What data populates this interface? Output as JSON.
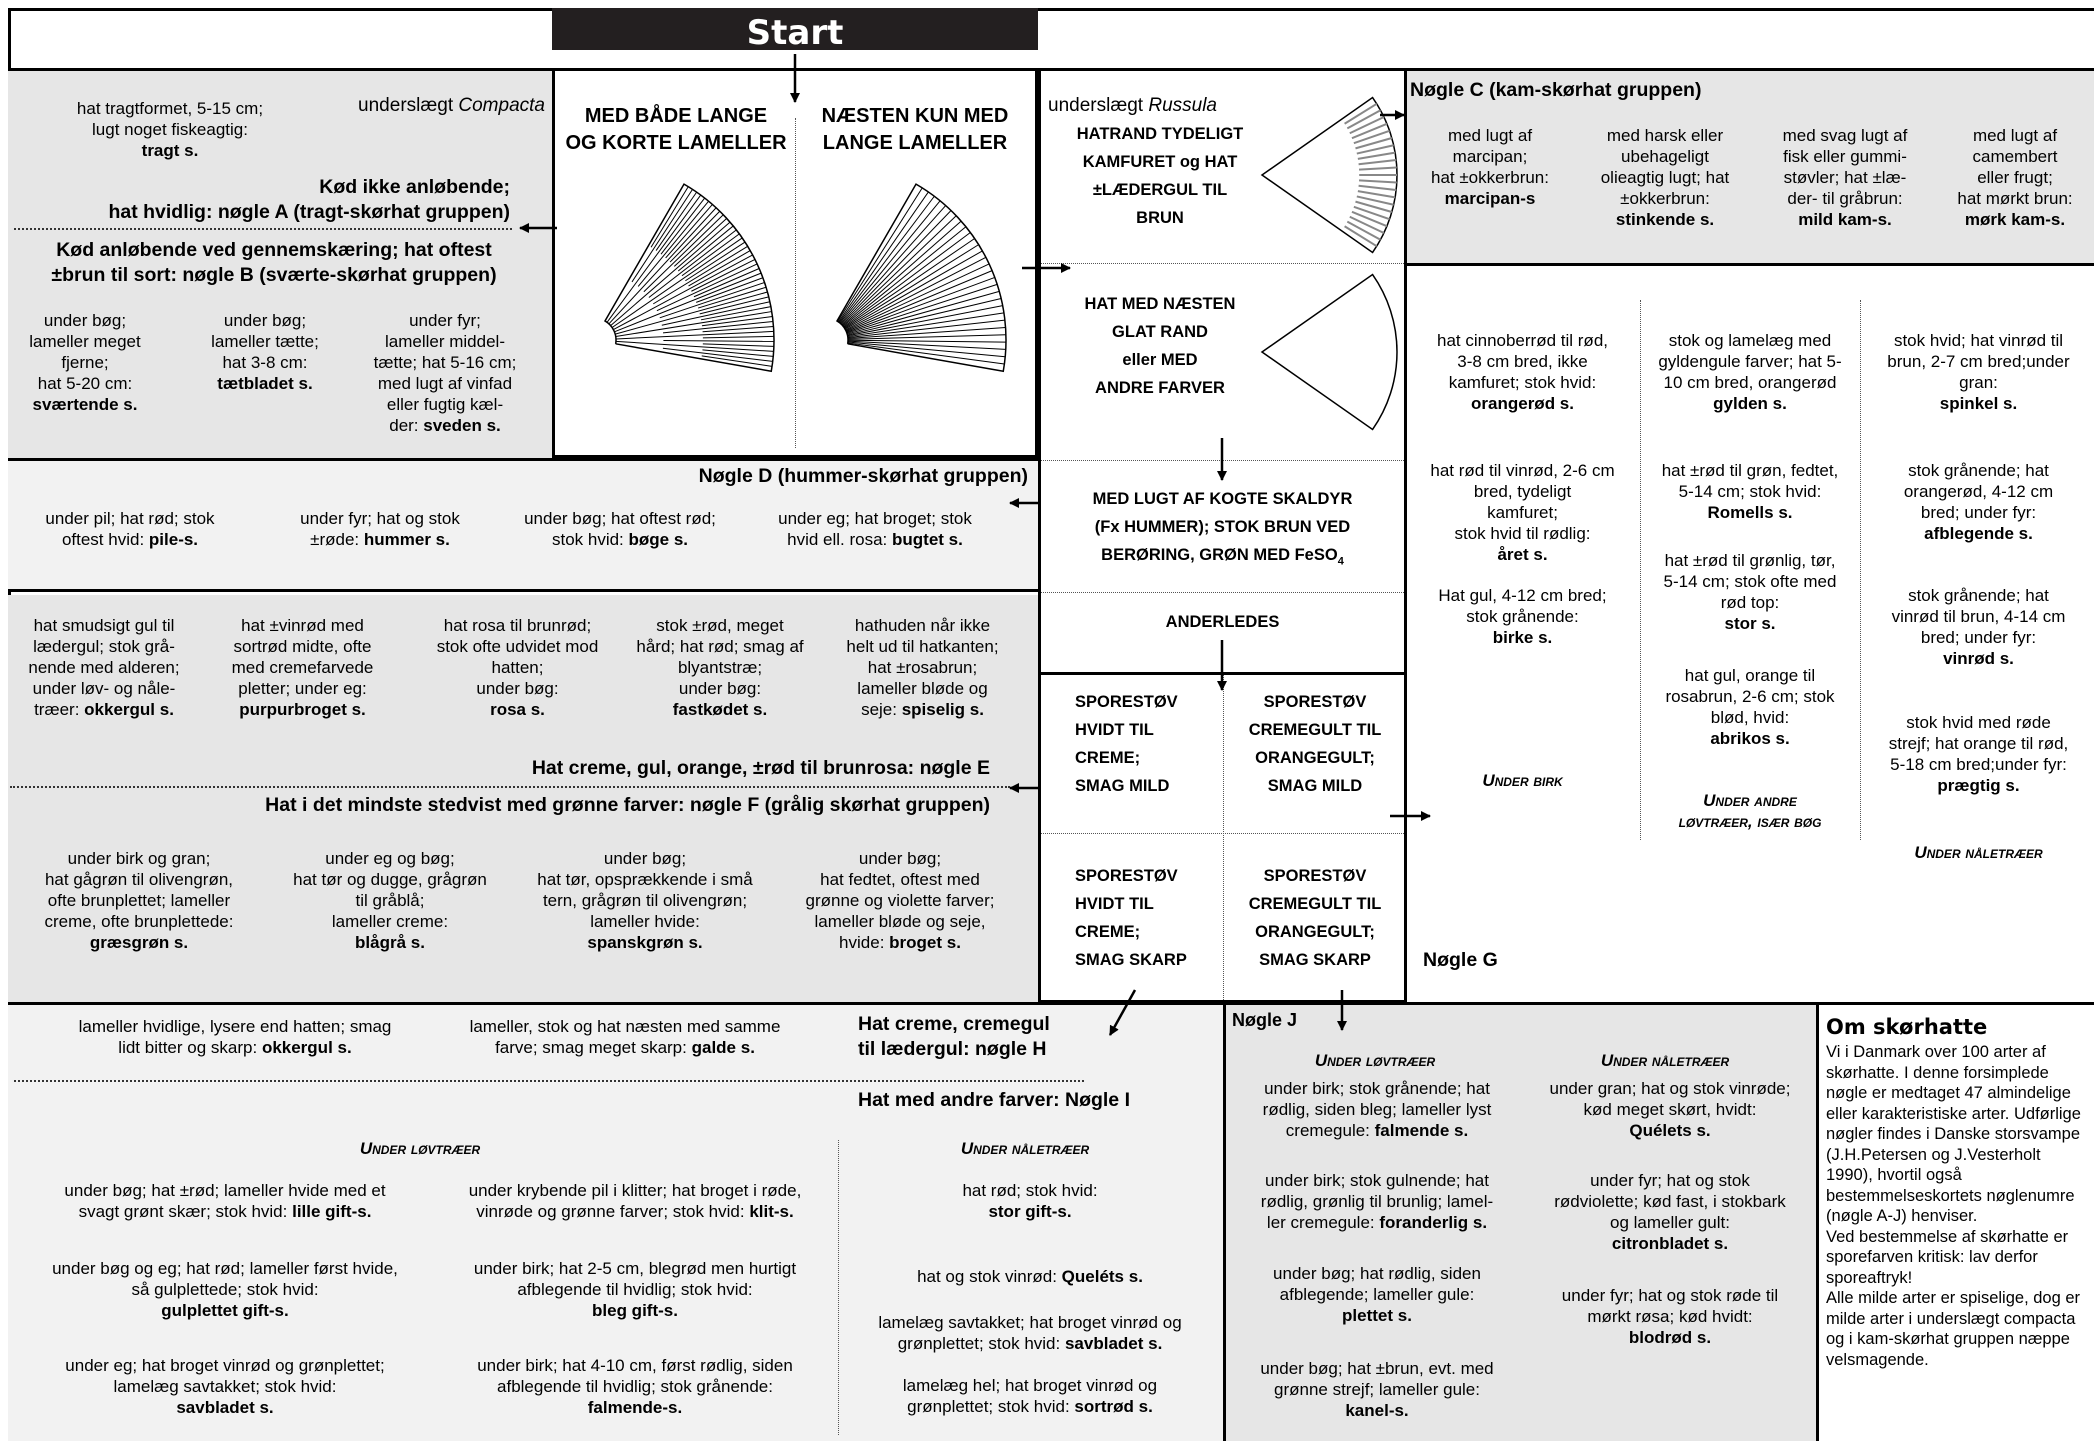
{
  "start": "Start",
  "compacta": {
    "sub_prefix": "underslægt",
    "sub_name": "Compacta",
    "tragt_desc": "hat tragtformet, 5-15 cm;\nlugt noget fiskeagtig:",
    "tragt_name": "tragt s.",
    "keyA": "Kød ikke anløbende;\nhat hvidlig: nøgle A (tragt-skørhat gruppen)",
    "keyB": "Kød anløbende ved gennemskæring; hat oftest\n±brun til sort: nøgle B (sværte-skørhat gruppen)",
    "items": [
      {
        "desc": "under bøg;\nlameller meget\nfjerne;\nhat 5-20 cm:",
        "name": "sværtende s."
      },
      {
        "desc": "under bøg;\nlameller tætte;\nhat 3-8 cm:",
        "name": "tætbladet s."
      },
      {
        "desc": "under fyr;\nlameller middel-\ntætte; hat 5-16 cm;\nmed lugt af vinfad\neller fugtig kæl-\nder:",
        "name": "sveden s."
      }
    ]
  },
  "lamellae": {
    "left": "MED BÅDE LANGE\nOG KORTE LAMELLER",
    "right": "NÆSTEN KUN MED\nLANGE  LAMELLER"
  },
  "russula": {
    "sub_prefix": "underslægt",
    "sub_name": "Russula",
    "box1": "HATRAND TYDELIGT\nKAMFURET og HAT\n±LÆDERGUL TIL\nBRUN",
    "box2": "HAT MED NÆSTEN\nGLAT RAND\neller MED\nANDRE FARVER",
    "box3": "MED LUGT AF KOGTE SKALDYR\n(Fx HUMMER); STOK BRUN VED\nBERØRING, GRØN MED FeSO",
    "box3_sub": "4",
    "box4": "ANDERLEDES",
    "spore": [
      "SPORESTØV\nHVIDT TIL\nCREME;\nSMAG MILD",
      "SPORESTØV\nCREMEGULT TIL\nORANGEGULT;\nSMAG MILD",
      "SPORESTØV\nHVIDT TIL\nCREME;\nSMAG SKARP",
      "SPORESTØV\nCREMEGULT TIL\nORANGEGULT;\nSMAG SKARP"
    ]
  },
  "keyC": {
    "title": "Nøgle C (kam-skørhat gruppen)",
    "items": [
      {
        "desc": "med lugt af\nmarcipan;\nhat ±okkerbrun:",
        "name": "marcipan-s"
      },
      {
        "desc": "med harsk eller\nubehageligt\nolieagtig lugt; hat\n±okkerbrun:",
        "name": "stinkende s."
      },
      {
        "desc": "med svag lugt af\nfisk eller gummi-\nstøvler; hat ±læ-\nder- til gråbrun:",
        "name": "mild kam-s."
      },
      {
        "desc": "med lugt af\ncamembert\neller frugt;\nhat mørkt brun:",
        "name": "mørk kam-s."
      }
    ]
  },
  "keyG": {
    "title": "Nøgle G",
    "col1": [
      {
        "desc": "hat cinnoberrød til rød,\n3-8 cm bred, ikke\nkamfuret; stok hvid:",
        "name": "orangerød s."
      },
      {
        "desc": "hat rød til vinrød, 2-6 cm\nbred, tydeligt\nkamfuret;\nstok hvid til rødlig:",
        "name": "året s."
      },
      {
        "desc": "Hat gul, 4-12 cm bred;\nstok grånende:",
        "name": "birke s."
      }
    ],
    "col1_label": "Under birk",
    "col2": [
      {
        "desc": "stok og lamelæg med\ngyldengule farver; hat 5-\n10 cm bred, orangerød",
        "name": "gylden s."
      },
      {
        "desc": "hat ±rød til grøn, fedtet,\n5-14 cm; stok hvid:",
        "name": "Romells s."
      },
      {
        "desc": "hat ±rød til grønlig, tør,\n5-14 cm; stok ofte med\nrød top:",
        "name": "stor s."
      },
      {
        "desc": "hat gul, orange til\nrosabrun, 2-6 cm; stok\nblød, hvid:",
        "name": "abrikos s."
      }
    ],
    "col2_label": "Under andre\nløvtræer, især bøg",
    "col3": [
      {
        "desc": "stok hvid; hat vinrød til\nbrun, 2-7 cm bred;under\ngran:",
        "name": "spinkel s."
      },
      {
        "desc": "stok grånende; hat\norangerød, 4-12 cm\nbred; under fyr:",
        "name": "afblegende s."
      },
      {
        "desc": "stok grånende; hat\nvinrød til brun, 4-14 cm\nbred; under fyr:",
        "name": "vinrød s."
      },
      {
        "desc": "stok hvid med røde\nstrejf; hat orange til rød,\n5-18 cm bred;under fyr:",
        "name": "prægtig s."
      }
    ],
    "col3_label": "Under nåletræer"
  },
  "keyD": {
    "title": "Nøgle D (hummer-skørhat gruppen)",
    "items": [
      {
        "desc": "under pil; hat rød; stok\noftest hvid:",
        "name": "pile-s."
      },
      {
        "desc": "under fyr; hat og stok\n±røde:",
        "name": "hummer s."
      },
      {
        "desc": "under bøg; hat oftest rød;\nstok hvid:",
        "name": "bøge s."
      },
      {
        "desc": "under eg; hat broget; stok\nhvid ell. rosa:",
        "name": "bugtet s."
      }
    ]
  },
  "keyE": {
    "title": "Hat creme, gul, orange, ±rød til brunrosa: nøgle E",
    "items": [
      {
        "desc": "hat smudsigt gul til\nlædergul; stok grå-\nnende med alderen;\nunder løv- og nåle-\ntræer:",
        "name": "okkergul s."
      },
      {
        "desc": "hat ±vinrød med\nsortrød midte, ofte\nmed cremefarvede\npletter; under eg:",
        "name": "purpurbroget s."
      },
      {
        "desc": "hat rosa til brunrød;\nstok ofte udvidet mod\nhatten;\nunder bøg:",
        "name": "rosa s."
      },
      {
        "desc": "stok ±rød, meget\nhård; hat rød; smag af\nblyantstræ;\nunder bøg:",
        "name": "fastkødet s."
      },
      {
        "desc": "hathuden når ikke\nhelt ud til hatkanten;\nhat ±rosabrun;\nlameller bløde og\nseje:",
        "name": "spiselig s."
      }
    ]
  },
  "keyF": {
    "title": "Hat i det mindste stedvist med grønne farver: nøgle F (grålig skørhat gruppen)",
    "items": [
      {
        "desc": "under birk og gran;\nhat gågrøn til olivengrøn,\nofte brunplettet; lameller\ncreme, ofte brunplettede:",
        "name": "græsgrøn s."
      },
      {
        "desc": "under eg og bøg;\nhat tør og dugge, grågrøn\ntil gråblå;\nlameller creme:",
        "name": "blågrå s."
      },
      {
        "desc": "under bøg;\nhat tør, opsprækkende i små\ntern, grågrøn til olivengrøn;\nlameller hvide:",
        "name": "spanskgrøn s."
      },
      {
        "desc": "under bøg;\nhat fedtet, oftest med\ngrønne og violette farver;\nlameller bløde og seje,\nhvide:",
        "name": "broget s."
      }
    ]
  },
  "keyH": {
    "title": "Hat creme, cremegul\ntil  lædergul: nøgle H",
    "items": [
      {
        "desc": "lameller hvidlige, lysere end hatten; smag\nlidt bitter og skarp:",
        "name": "okkergul s."
      },
      {
        "desc": "lameller, stok og hat næsten med samme\nfarve; smag meget skarp:",
        "name": "galde s."
      }
    ]
  },
  "keyI": {
    "title": "Hat med andre farver: Nøgle I",
    "lov_label": "Under løvtræer",
    "naale_label": "Under nåletræer",
    "colA": [
      {
        "desc": "under bøg; hat ±rød; lameller hvide med et\nsvagt grønt skær; stok hvid:",
        "name": "lille gift-s."
      },
      {
        "desc": "under bøg og eg; hat rød; lameller først hvide,\nså gulplettede; stok hvid:",
        "name": "gulplettet gift-s."
      },
      {
        "desc": "under eg; hat broget vinrød og grønplettet;\nlamelæg savtakket; stok hvid:",
        "name": "savbladet s."
      }
    ],
    "colB": [
      {
        "desc": "under krybende pil i klitter; hat broget i røde,\nvinrøde og grønne farver; stok hvid:",
        "name": "klit-s."
      },
      {
        "desc": "under birk; hat 2-5 cm, blegrød men hurtigt\nafblegende til hvidlig; stok hvid:",
        "name": "bleg gift-s."
      },
      {
        "desc": "under birk; hat 4-10 cm, først rødlig, siden\nafblegende til hvidlig; stok grånende:",
        "name": "falmende-s."
      }
    ],
    "colC": [
      {
        "desc": "hat rød; stok hvid:",
        "name": "stor gift-s."
      },
      {
        "desc": "hat og stok vinrød:",
        "name": "Queléts s."
      },
      {
        "desc": "lamelæg savtakket; hat broget vinrød og\ngrønplettet; stok hvid:",
        "name": "savbladet s."
      },
      {
        "desc": "lamelæg hel; hat broget vinrød og\ngrønplettet; stok hvid:",
        "name": "sortrød s."
      }
    ]
  },
  "keyJ": {
    "title": "Nøgle J",
    "lov_label": "Under løvtræer",
    "naale_label": "Under nåletræer",
    "colA": [
      {
        "desc": "under birk; stok grånende; hat\nrødlig, siden bleg; lameller lyst\ncremegule:",
        "name": "falmende s."
      },
      {
        "desc": "under birk; stok  gulnende; hat\nrødlig, grønlig til brunlig; lamel-\nler cremegule:",
        "name": "foranderlig s."
      },
      {
        "desc": "under bøg; hat rødlig, siden\nafblegende; lameller gule:",
        "name": "plettet s."
      },
      {
        "desc": "under bøg; hat ±brun, evt. med\ngrønne strejf; lameller gule:",
        "name": "kanel-s."
      }
    ],
    "colB": [
      {
        "desc": "under gran; hat og stok vinrøde;\nkød meget skørt, hvidt:",
        "name": "Quélets s."
      },
      {
        "desc": "under fyr; hat og stok\nrødviolette; kød fast, i stokbark\nog lameller gult:",
        "name": "citronbladet s."
      },
      {
        "desc": "under fyr; hat og stok røde til\nmørkt røsa; kød hvidt:",
        "name": "blodrød s."
      }
    ]
  },
  "about": {
    "title": "Om skørhatte",
    "text": "Vi i Danmark over 100 arter af skørhatte. I denne forsimplede nøgle er medtaget 47 almindelige eller karakteristiske arter. Udførlige nøgler findes i Danske storsvampe (J.H.Petersen og J.Vesterholt 1990), hvortil også bestemmelseskortets nøglenumre (nøgle A-J) henviser.\n   Ved bestemmelse af skørhatte er sporefarven kritisk: lav derfor sporeaftryk!\n   Alle milde arter er spiselige, dog er milde arter i underslægt compacta og i kam-skørhat gruppen næppe velsmagende."
  }
}
